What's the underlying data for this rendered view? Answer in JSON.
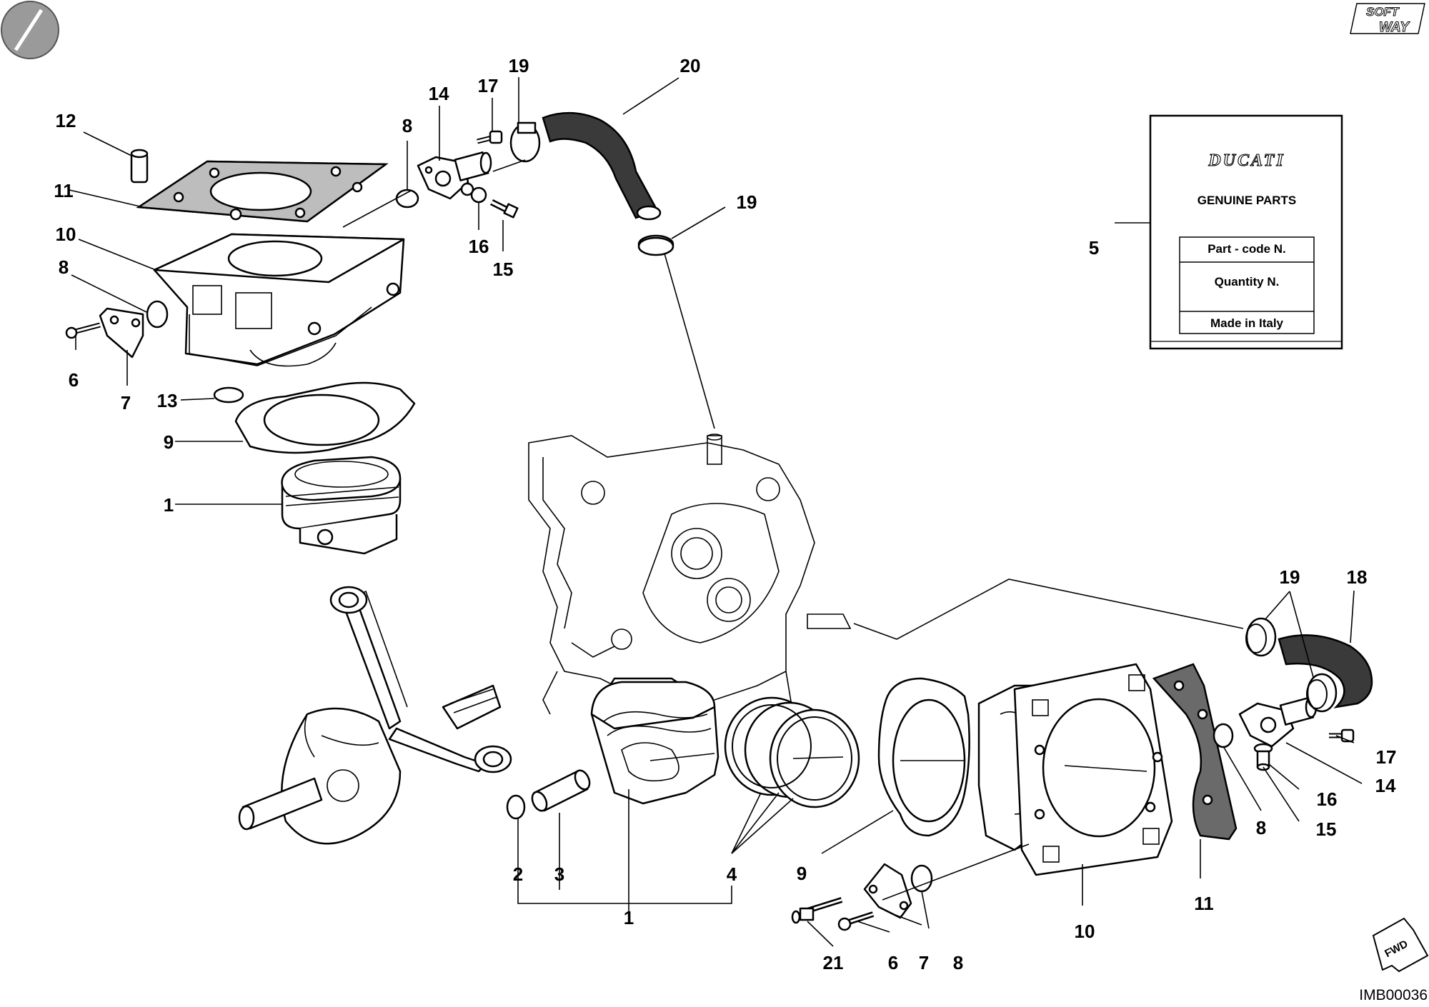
{
  "label_tag": {
    "brand": "DUCATI",
    "heading": "GENUINE PARTS",
    "fields": [
      "Part - code N.",
      "Quantity N.",
      "Made in Italy"
    ]
  },
  "logo": {
    "top": "SOFT",
    "bottom": "WAY"
  },
  "fwd_arrow": "FWD",
  "drawing_code": "IMB00036",
  "callouts": {
    "c1a": "1",
    "c1b": "1",
    "c2": "2",
    "c3": "3",
    "c4": "4",
    "c5": "5",
    "c6a": "6",
    "c6b": "6",
    "c7a": "7",
    "c7b": "7",
    "c8a": "8",
    "c8b": "8",
    "c8c": "8",
    "c8d": "8",
    "c9a": "9",
    "c9b": "9",
    "c10a": "10",
    "c10b": "10",
    "c11a": "11",
    "c11b": "11",
    "c12": "12",
    "c13": "13",
    "c14a": "14",
    "c14b": "14",
    "c15a": "15",
    "c15b": "15",
    "c16a": "16",
    "c16b": "16",
    "c17a": "17",
    "c17b": "17",
    "c18": "18",
    "c19a": "19",
    "c19b": "19",
    "c19c": "19",
    "c20": "20",
    "c21": "21"
  }
}
